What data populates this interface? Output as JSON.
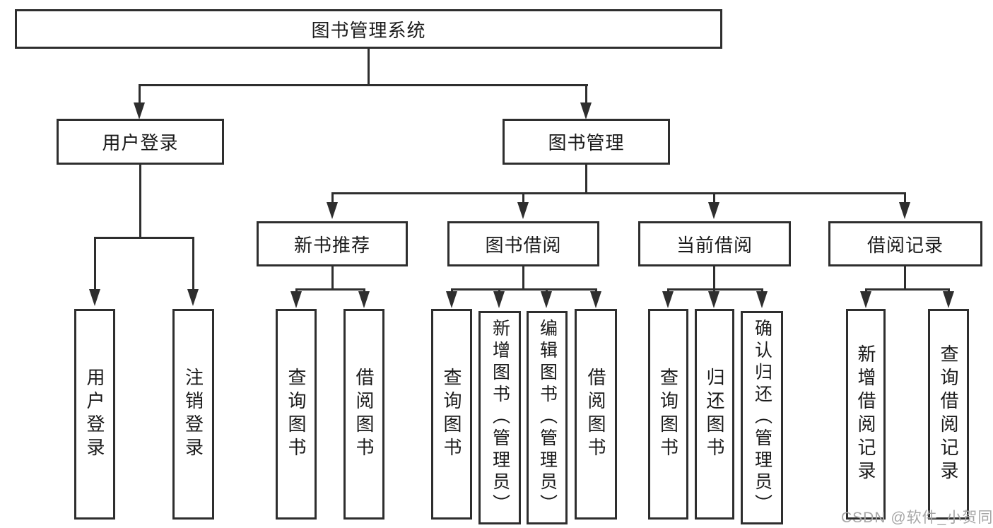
{
  "diagram": {
    "title": "图书管理系统",
    "level2": {
      "user_login": "用户登录",
      "book_mgmt": "图书管理"
    },
    "level3": {
      "new_book_rec": "新书推荐",
      "book_borrow": "图书借阅",
      "current_borrow": "当前借阅",
      "borrow_records": "借阅记录"
    },
    "leaves": {
      "user_login": "用户登录",
      "logout": "注销登录",
      "nb_query_book": "查询图书",
      "nb_borrow_book": "借阅图书",
      "bb_query_book": "查询图书",
      "bb_add_book_admin": "新增图书（管理员）",
      "bb_edit_book_admin": "编辑图书（管理员）",
      "bb_borrow_book": "借阅图书",
      "cb_query_book": "查询图书",
      "cb_return_book": "归还图书",
      "cb_confirm_return_admin": "确认归还（管理员）",
      "br_add_record": "新增借阅记录",
      "br_query_record": "查询借阅记录"
    },
    "watermark": "CSDN @软件_小贺同学",
    "colors": {
      "line": "#2e2e2e",
      "text": "#1a1a1a",
      "watermark": "#a6a6a6",
      "background": "#ffffff"
    }
  }
}
